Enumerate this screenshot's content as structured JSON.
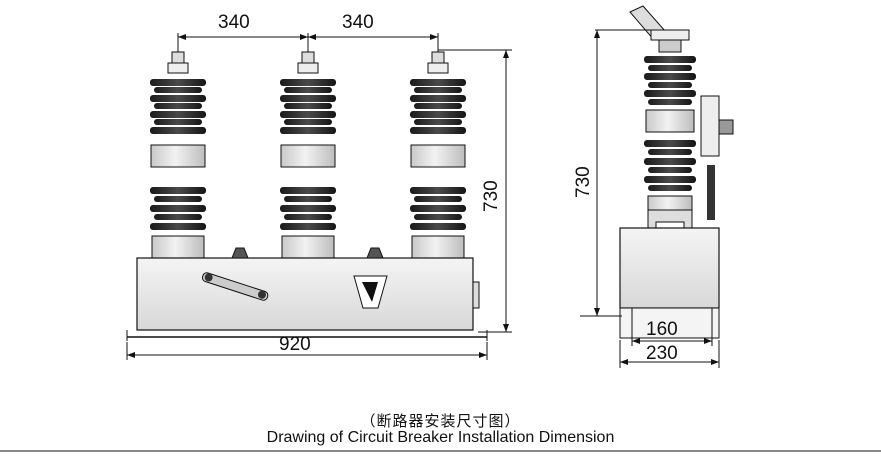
{
  "front_view": {
    "pitch_left": "340",
    "pitch_right": "340",
    "overall_height": "730",
    "overall_width": "920"
  },
  "side_view": {
    "overall_height": "730",
    "mount_spacing": "160",
    "base_width": "230"
  },
  "caption": {
    "chinese": "（断路器安装尺寸图）",
    "english": "Drawing of Circuit Breaker Installation Dimension"
  }
}
